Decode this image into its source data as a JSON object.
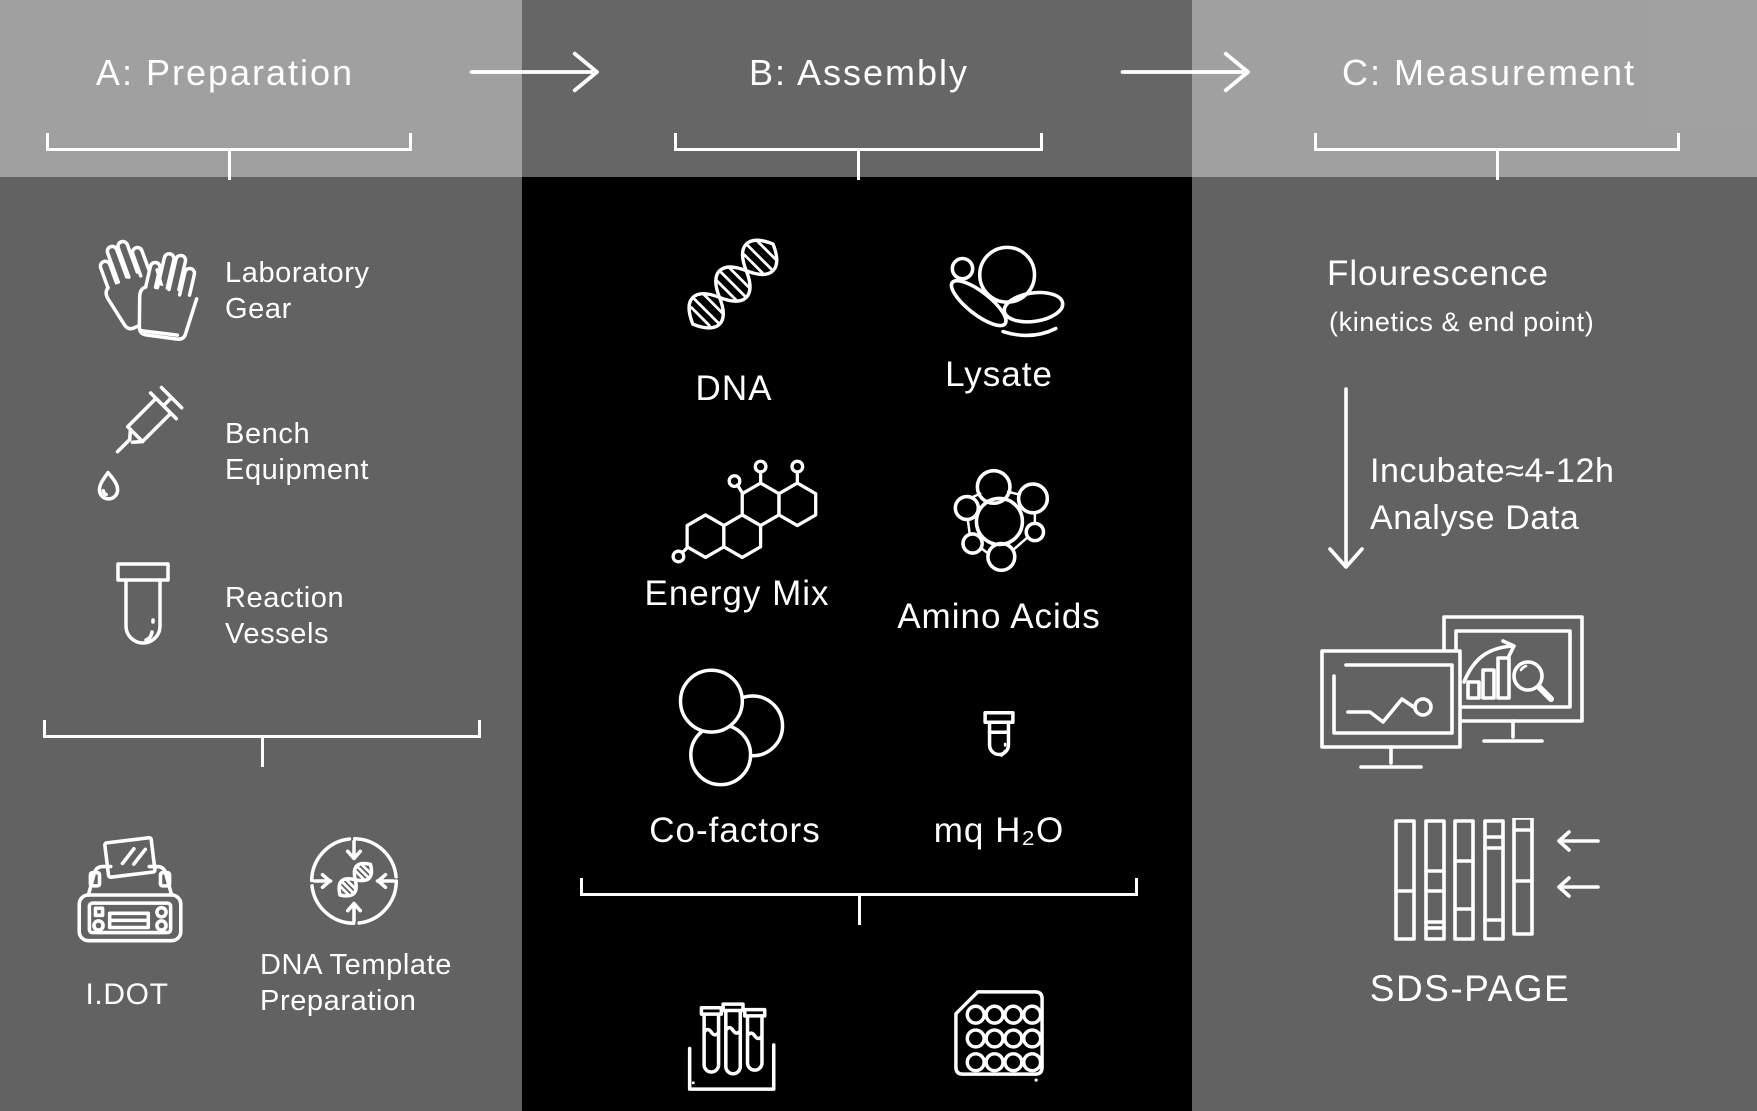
{
  "colors": {
    "panel_gray": "#626262",
    "panel_black": "#000000",
    "header_overlay": "rgba(255,255,255,0.40)",
    "line_white": "#ffffff"
  },
  "header": {
    "sections": [
      {
        "label": "A: Preparation"
      },
      {
        "label": "B: Assembly"
      },
      {
        "label": "C: Measurement"
      }
    ],
    "arrow_icon": "right-arrow-icon"
  },
  "preparation": {
    "items": [
      {
        "icon": "lab-gloves-icon",
        "line1": "Laboratory",
        "line2": "Gear"
      },
      {
        "icon": "syringe-icon",
        "line1": "Bench",
        "line2": "Equipment"
      },
      {
        "icon": "test-tube-icon",
        "line1": "Reaction",
        "line2": "Vessels"
      }
    ],
    "idot": {
      "icon": "idot-dispenser-icon",
      "label": "I.DOT"
    },
    "dna_template": {
      "icon": "dna-template-circle-icon",
      "line1": "DNA Template",
      "line2": "Preparation"
    }
  },
  "assembly": {
    "reagents": [
      {
        "icon": "dna-helix-icon",
        "label": "DNA"
      },
      {
        "icon": "lysate-cell-icon",
        "label": "Lysate"
      },
      {
        "icon": "energy-molecule-icon",
        "label": "Energy Mix"
      },
      {
        "icon": "amino-acids-molecule-icon",
        "label": "Amino Acids"
      },
      {
        "icon": "co-factors-circles-icon",
        "label": "Co-factors"
      },
      {
        "icon": "micro-tube-icon",
        "label": "mq H₂O"
      }
    ],
    "vessel_icons": [
      "tube-rack-icon",
      "microplate-icon"
    ]
  },
  "measurement": {
    "fluorescence": {
      "title": "Flourescence",
      "subtitle": "(kinetics & end point)"
    },
    "incubate": {
      "line1": "Incubate≈4-12h",
      "line2": "Analyse Data"
    },
    "monitors_icon": "analysis-monitors-icon",
    "gel": {
      "icon": "gel-lanes-icon",
      "label": "SDS-PAGE"
    }
  }
}
